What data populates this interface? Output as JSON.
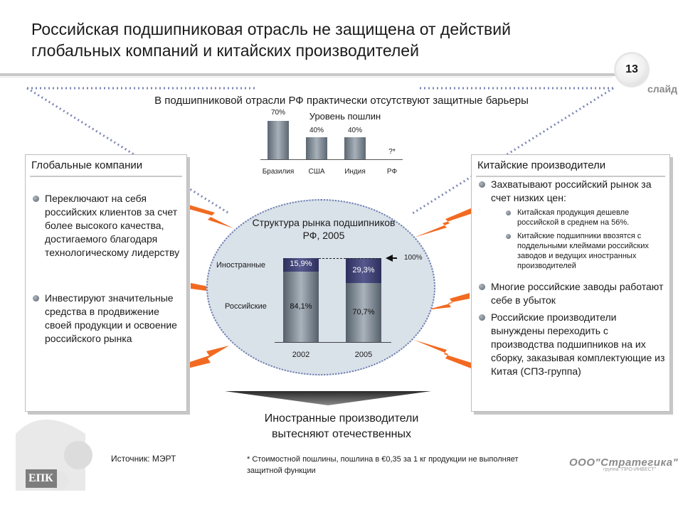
{
  "header": {
    "title_line1": "Российская подшипниковая отрасль не защищена от действий",
    "title_line2": "глобальных компаний и китайских производителей",
    "slide_number": "13",
    "slide_word": "слайд"
  },
  "barriers_caption": "В подшипниковой отрасли РФ практически отсутствуют защитные барьеры",
  "tariff_chart": {
    "title": "Уровень пошлин",
    "bars": [
      {
        "category": "Бразилия",
        "label": "70%",
        "value": 70
      },
      {
        "category": "США",
        "label": "40%",
        "value": 40
      },
      {
        "category": "Индия",
        "label": "40%",
        "value": 40
      },
      {
        "category": "РФ",
        "label": "?*",
        "value": 0
      }
    ]
  },
  "left_panel": {
    "heading": "Глобальные компании",
    "bullets": [
      "Переключают на себя российских клиентов за счет более высокого качества, достигаемого благодаря технологическому лидерству",
      "Инвестируют значительные средства в продвижение своей продукции и освоение российского рынка"
    ]
  },
  "right_panel": {
    "heading": "Китайские производители",
    "bullet1": "Захватывают российский рынок за счет низких цен:",
    "sub_bullets": [
      "Китайская продукция дешевле российской в среднем на 56%.",
      "Китайские подшипники ввозятся с поддельными клеймами российских заводов и ведущих иностранных производителей"
    ],
    "bullet2": "Многие российские заводы работают себе в убыток",
    "bullet3": "Российские производители вынуждены переходить с производства подшипников на их сборку, заказывая комплектующие из Китая (СПЗ-группа)"
  },
  "market_chart": {
    "title": "Структура рынка подшипников РФ, 2005",
    "row_labels": [
      "Иностранные",
      "Российские"
    ],
    "total_label": "100%",
    "bars": [
      {
        "year": "2002",
        "foreign": "15,9%",
        "russian": "84,1%",
        "foreign_value": 15.9,
        "russian_value": 84.1
      },
      {
        "year": "2005",
        "foreign": "29,3%",
        "russian": "70,7%",
        "foreign_value": 29.3,
        "russian_value": 70.7
      }
    ]
  },
  "chart_data": [
    {
      "type": "bar",
      "title": "Уровень пошлин",
      "categories": [
        "Бразилия",
        "США",
        "Индия",
        "РФ"
      ],
      "values": [
        70,
        40,
        40,
        null
      ],
      "data_labels": [
        "70%",
        "40%",
        "40%",
        "?*"
      ]
    },
    {
      "type": "bar",
      "stacked": true,
      "title": "Структура рынка подшипников РФ, 2005",
      "categories": [
        "2002",
        "2005"
      ],
      "series": [
        {
          "name": "Российские",
          "values": [
            84.1,
            70.7
          ]
        },
        {
          "name": "Иностранные",
          "values": [
            15.9,
            29.3
          ]
        }
      ],
      "total_label": "100%"
    }
  ],
  "conclusion": "Иностранные производители вытесняют отечественных",
  "footer": {
    "source": "Источник: МЭРТ",
    "footnote": "* Стоимостной пошлины, пошлина в €0,35 за 1 кг продукции не выполняет защитной функции",
    "brand": "ООО\"Стратегика\"",
    "brand_sub": "группа \"ПРО-ИНВЕСТ\"",
    "logo_text": "ЕПК"
  },
  "colors": {
    "foreign_bar": "#3a3d6e",
    "russian_bar": "#8d96a0",
    "ellipse_fill": "#d9e1e9",
    "lightning": "#f26a21"
  }
}
